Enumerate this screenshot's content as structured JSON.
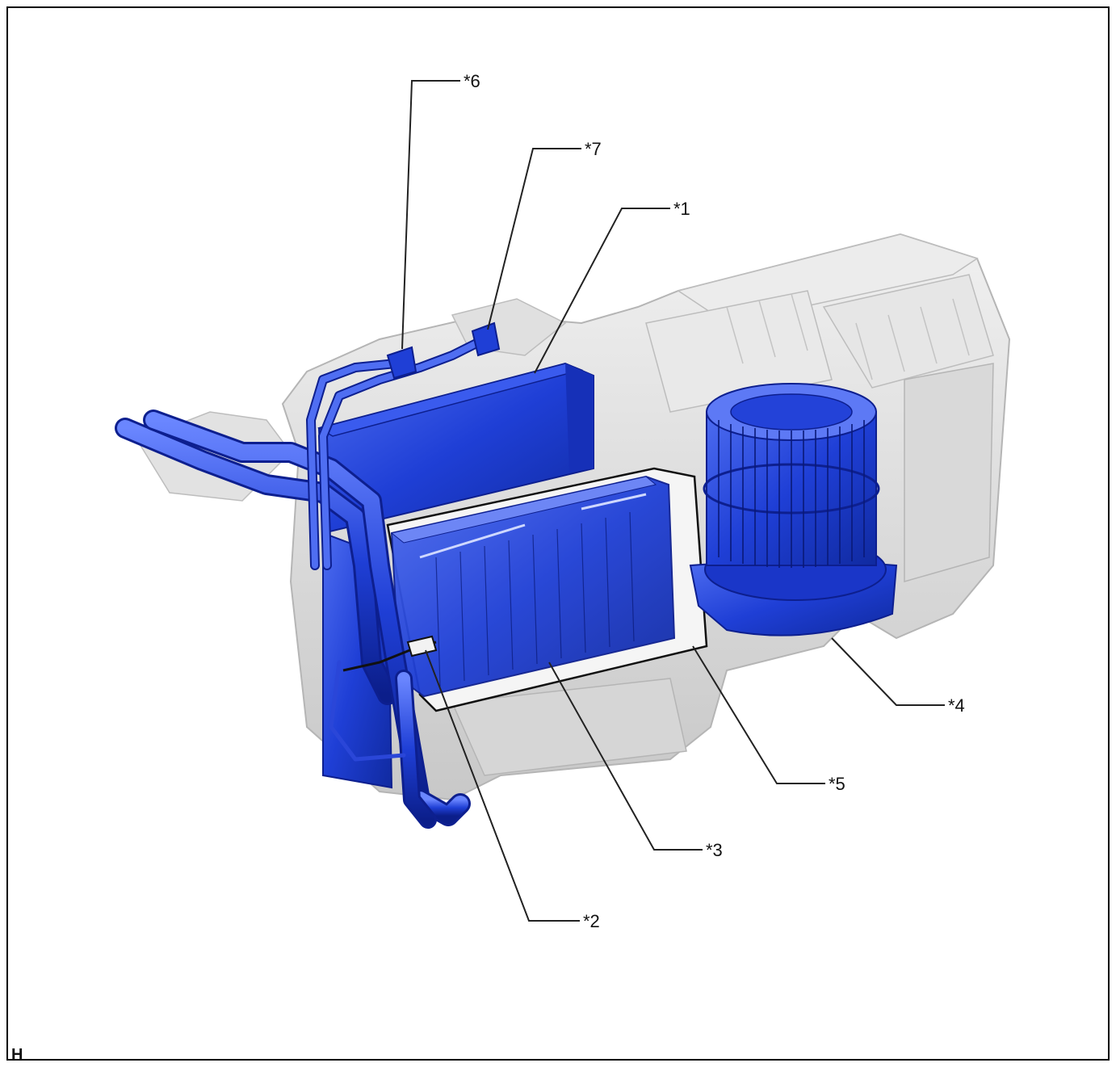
{
  "callouts": {
    "c1": "*1",
    "c2": "*2",
    "c3": "*3",
    "c4": "*4",
    "c5": "*5",
    "c6": "*6",
    "c7": "*7"
  },
  "view_code": "H",
  "colors": {
    "highlight": "#1f3fd6",
    "highlight_dark": "#0d1f8f",
    "highlight_light": "#5a78f0",
    "housing": "#dcdcdc",
    "housing_shadow": "#bdbdbd",
    "frame": "#000000"
  }
}
